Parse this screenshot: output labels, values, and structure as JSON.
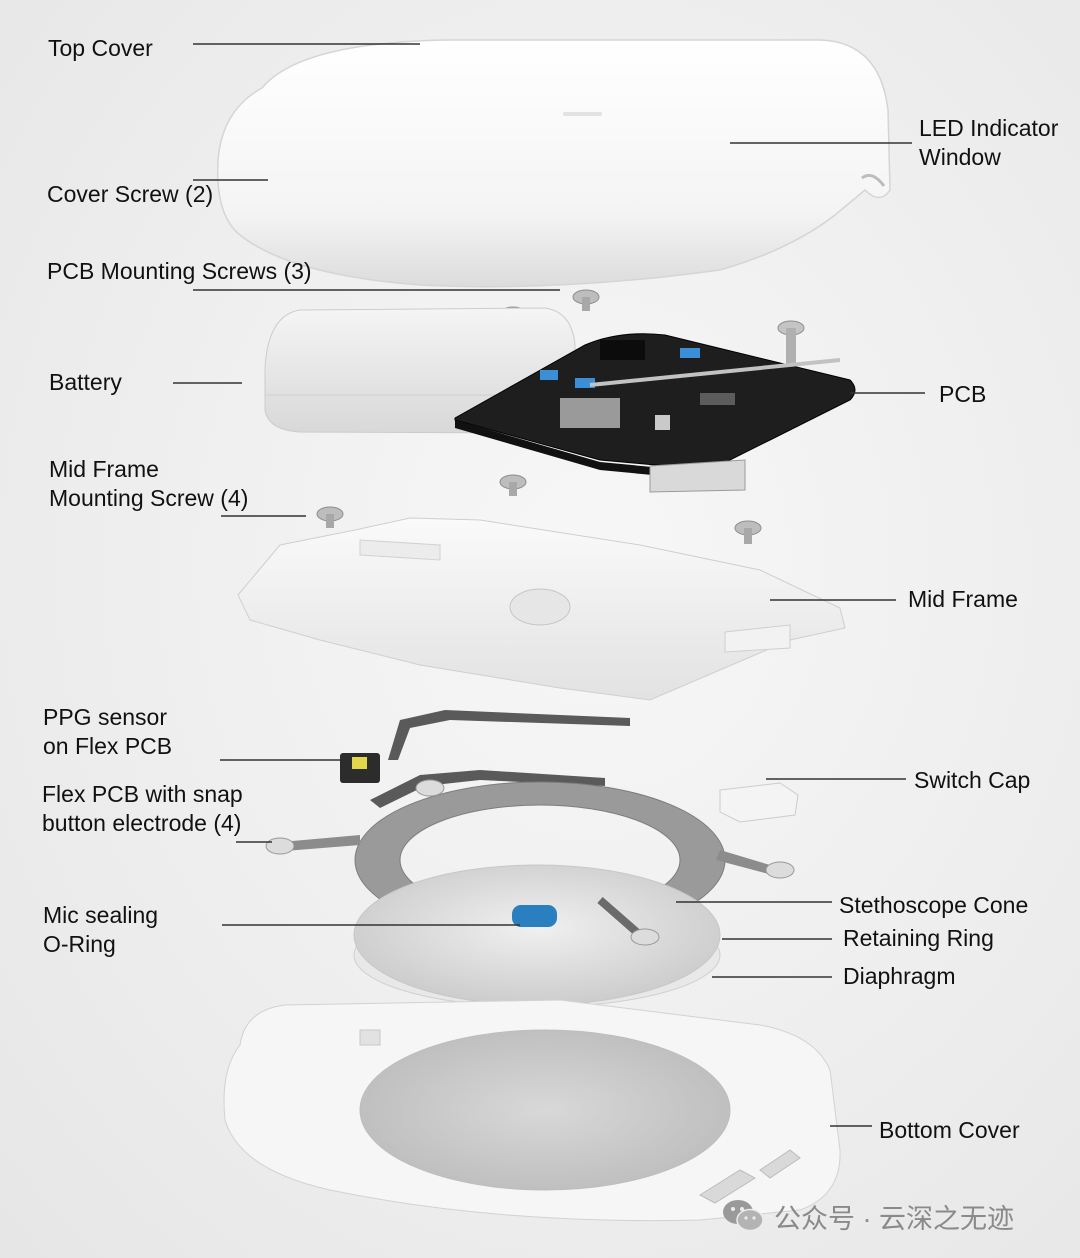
{
  "labels": {
    "top_cover": "Top Cover",
    "cover_screw": "Cover Screw (2)",
    "pcb_mounting_screws": "PCB Mounting Screws (3)",
    "battery": "Battery",
    "mid_frame_screw_line1": "Mid Frame",
    "mid_frame_screw_line2": "Mounting Screw (4)",
    "ppg_line1": "PPG sensor",
    "ppg_line2": "on Flex PCB",
    "flex_line1": "Flex PCB with snap",
    "flex_line2": "button electrode (4)",
    "mic_line1": "Mic sealing",
    "mic_line2": "O-Ring",
    "led_line1": "LED Indicator",
    "led_line2": "Window",
    "pcb": "PCB",
    "mid_frame": "Mid Frame",
    "switch_cap": "Switch Cap",
    "stethoscope_cone": "Stethoscope Cone",
    "retaining_ring": "Retaining Ring",
    "diaphragm": "Diaphragm",
    "bottom_cover": "Bottom Cover"
  },
  "watermark": {
    "icon": "wechat-icon",
    "text": "公众号 · 云深之无迹"
  },
  "colors": {
    "leader_line": "#333333",
    "pcb_board": "#1e1e1e",
    "pcb_component_blue": "#3a8fd6",
    "o_ring_blue": "#2a7fc0",
    "flex_pcb": "#5a5a5a",
    "retaining_ring": "#9a9a9a",
    "shell_white": "#f6f6f6"
  }
}
